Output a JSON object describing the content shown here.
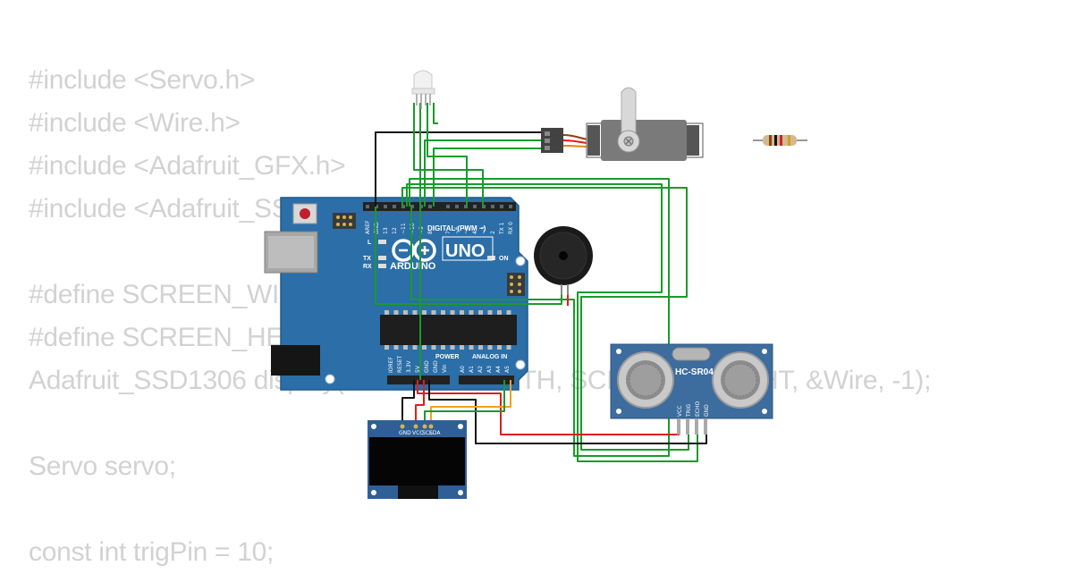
{
  "code_lines": [
    "#include <Servo.h>",
    "#include <Wire.h>",
    "#include <Adafruit_GFX.h>",
    "#include <Adafruit_SSD1306.h>",
    "",
    "#define SCREEN_WIDTH 128",
    "#define SCREEN_HEIGHT 64",
    "Adafruit_SSD1306 display(SCREEN_WIDTH, SCREEN_HEIGHT, &Wire, -1);",
    "",
    "Servo servo;",
    "",
    "const int trigPin = 10;"
  ],
  "arduino": {
    "brand": "ARDUINO",
    "model": "UNO",
    "digital_label": "DIGITAL (PWM ~)",
    "power_label": "POWER",
    "analog_label": "ANALOG IN",
    "on_label": "ON",
    "led_l": "L",
    "led_tx": "TX",
    "led_rx": "RX",
    "digital_pins": [
      "AREF",
      "GND",
      "13",
      "12",
      "~11",
      "~10",
      "~9",
      "8",
      "7",
      "~6",
      "~5",
      "4",
      "~3",
      "2",
      "TX 1",
      "RX 0"
    ],
    "power_pins": [
      "IOREF",
      "RESET",
      "3.3V",
      "5V",
      "GND",
      "GND",
      "Vin"
    ],
    "analog_pins": [
      "A0",
      "A1",
      "A2",
      "A3",
      "A4",
      "A5"
    ]
  },
  "ultrasonic": {
    "label": "HC-SR04",
    "pins": [
      "VCC",
      "TRIG",
      "ECHO",
      "GND"
    ]
  },
  "oled": {
    "pins": [
      "GND",
      "VCC",
      "SCL",
      "SDA"
    ]
  },
  "colors": {
    "code_text": "#d2d2d2",
    "board_blue": "#2b6ea8",
    "wire_green": "#1a9a2c",
    "wire_black": "#111111",
    "wire_red": "#e11c1c",
    "wire_orange": "#f0a020",
    "module_blue": "#3d6c9e"
  }
}
